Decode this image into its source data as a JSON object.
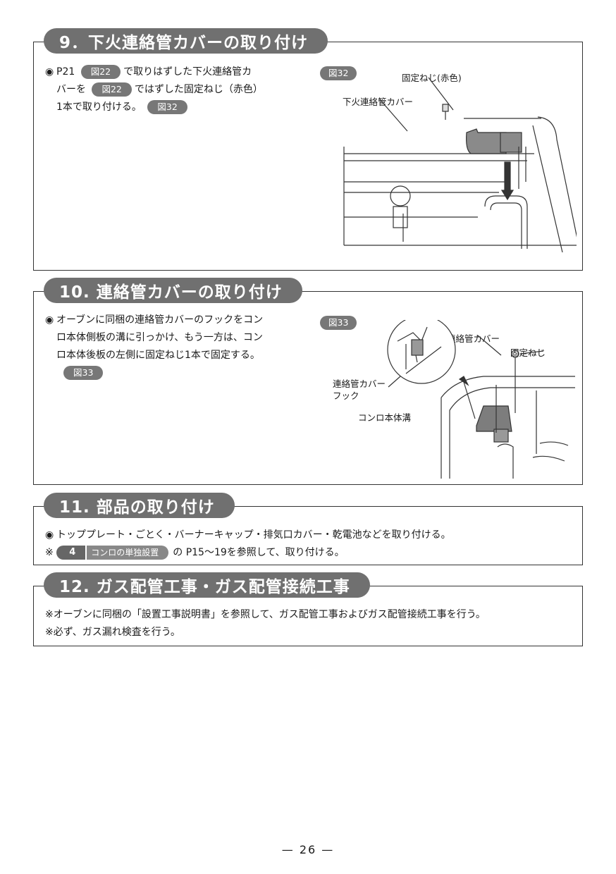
{
  "sec9": {
    "title": "9．下火連絡管カバーの取り付け",
    "mark": "◉",
    "line1_pre": "P21",
    "ref1": "図22",
    "line1_post": "で取りはずした下火連絡管カ",
    "line2_pre": "バーを",
    "ref2": "図22",
    "line2_post": "ではずした固定ねじ（赤色）",
    "line3_pre": "1本で取り付ける。",
    "ref3": "図32",
    "fig_tag": "図32",
    "label_screw": "固定ねじ(赤色)",
    "label_cover": "下火連絡管カバー"
  },
  "sec10": {
    "title": "10. 連絡管カバーの取り付け",
    "mark": "◉",
    "line1": "オーブンに同梱の連絡管カバーのフックをコン",
    "line2": "ロ本体側板の溝に引っかけ、もう一方は、コン",
    "line3": "ロ本体後板の左側に固定ねじ1本で固定する。",
    "ref": "図33",
    "fig_tag": "図33",
    "label_cover": "連絡管カバー",
    "label_screw": "固定ねじ",
    "label_hook1": "連絡管カバー",
    "label_hook2": "フック",
    "label_groove": "コンロ本体溝"
  },
  "sec11": {
    "title": "11. 部品の取り付け",
    "mark": "◉",
    "line1": "トッププレート・ごとく・バーナーキャップ・排気口カバー・乾電池などを取り付ける。",
    "note_mark": "※",
    "ref_num": "4",
    "ref_name": "コンロの単独設置",
    "line2_post": "の P15〜19を参照して、取り付ける。"
  },
  "sec12": {
    "title": "12. ガス配管工事・ガス配管接続工事",
    "line1": "※オーブンに同梱の「設置工事説明書」を参照して、ガス配管工事およびガス配管接続工事を行う。",
    "line2": "※必ず、ガス漏れ検査を行う。"
  },
  "page_number": "— 26 —"
}
